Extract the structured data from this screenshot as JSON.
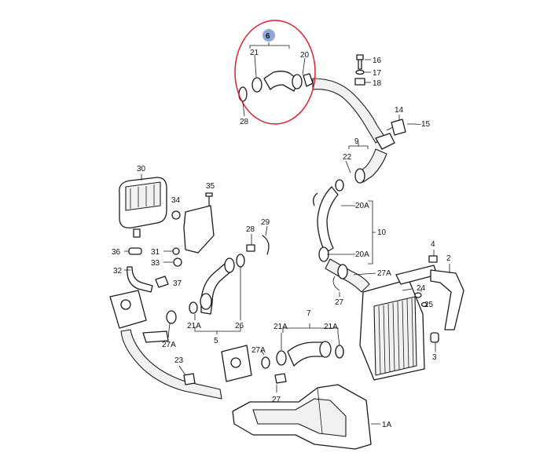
{
  "highlight_color": "#e0202a",
  "badge_color": "#8fa6d8",
  "labels": {
    "6": "6",
    "21_top": "21",
    "20": "20",
    "28_top": "28",
    "16": "16",
    "17": "17",
    "18": "18",
    "14": "14",
    "15": "15",
    "9": "9",
    "22": "22",
    "20A_a": "20A",
    "10": "10",
    "20A_b": "20A",
    "27A_r": "27A",
    "27_r": "27",
    "4": "4",
    "2": "2",
    "24": "24",
    "25": "25",
    "3": "3",
    "30": "30",
    "35": "35",
    "34": "34",
    "31": "31",
    "36": "36",
    "33": "33",
    "32": "32",
    "37": "37",
    "29": "29",
    "28_mid": "28",
    "21A_l": "21A",
    "26": "26",
    "5": "5",
    "27A_l": "27A",
    "7": "7",
    "21A_m1": "21A",
    "21A_m2": "21A",
    "23": "23",
    "27A_m": "27A",
    "27_m": "27",
    "1A": "1A"
  }
}
